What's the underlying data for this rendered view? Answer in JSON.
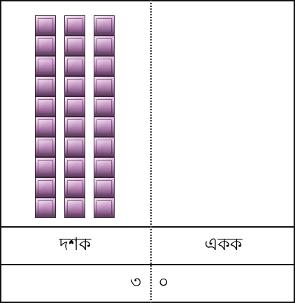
{
  "table": {
    "tens_header": "দশক",
    "ones_header": "একক",
    "tens_value": "৩",
    "ones_value": "০"
  },
  "blocks": {
    "rods": 3,
    "cubes_per_rod": 10,
    "color": "#c58fc2"
  }
}
